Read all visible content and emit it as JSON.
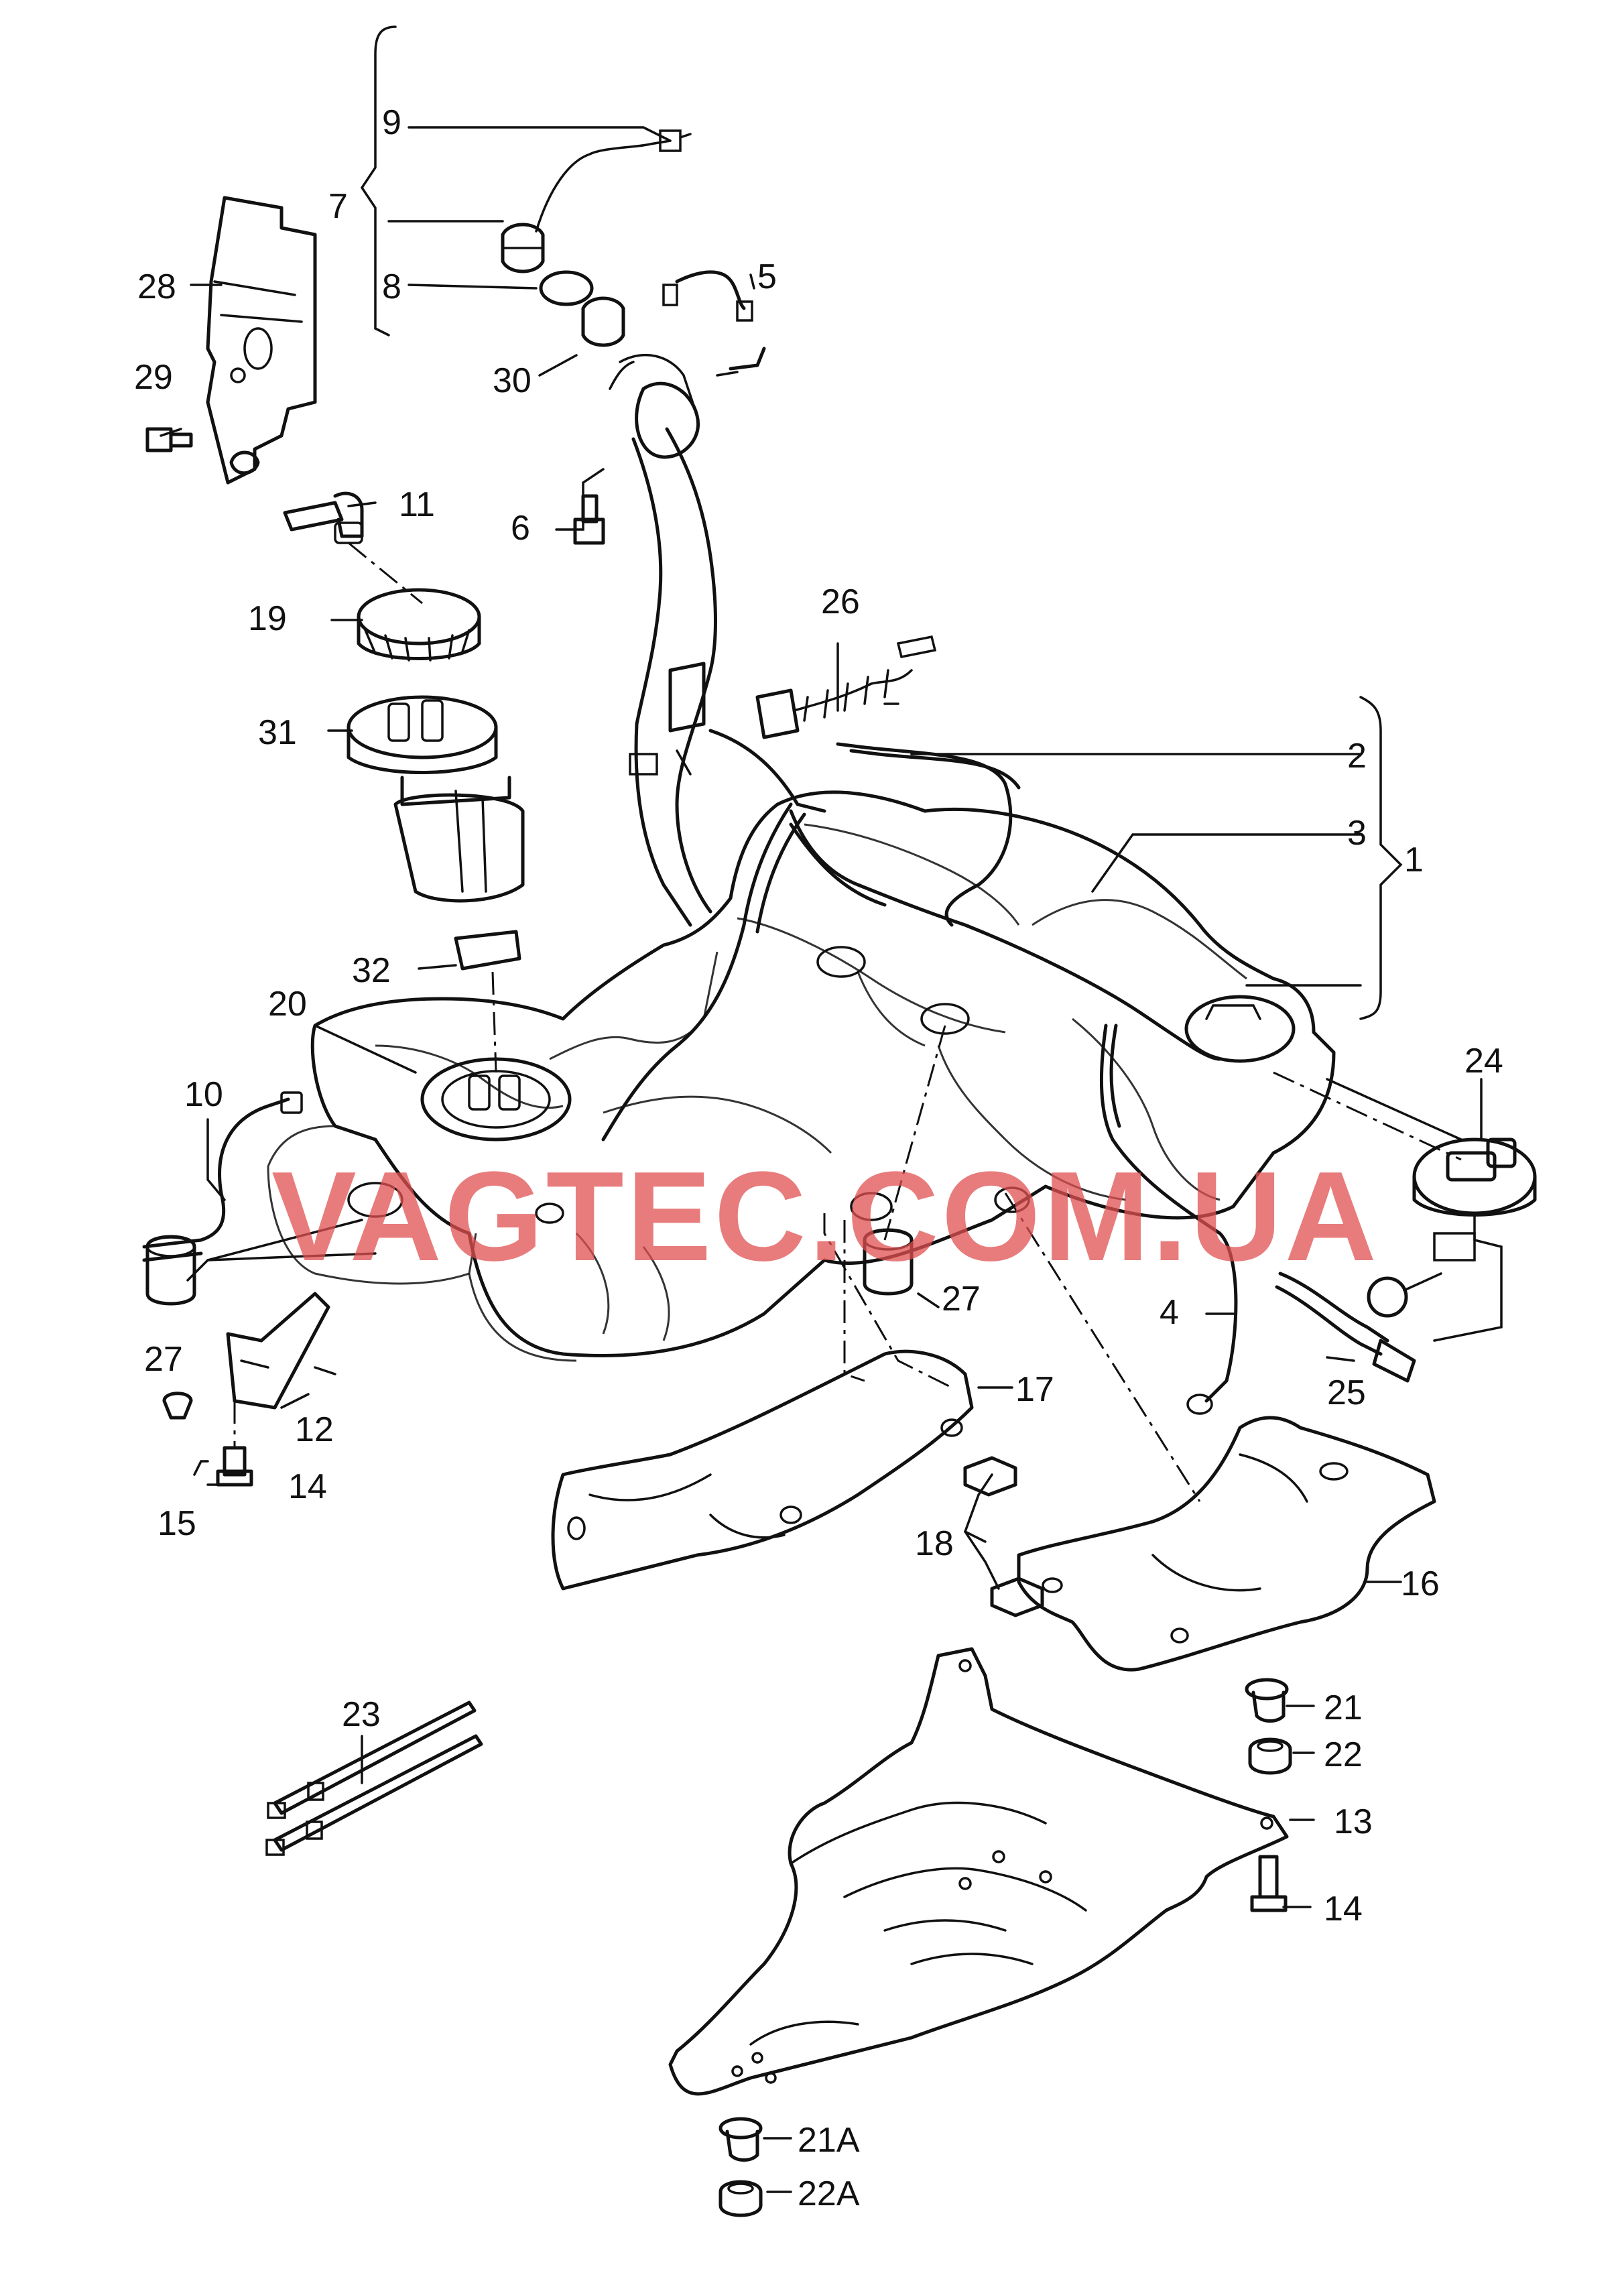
{
  "watermark": "VAGTEC.COM.UA",
  "labels": {
    "l1": "1",
    "l2": "2",
    "l3": "3",
    "l4": "4",
    "l5": "5",
    "l6": "6",
    "l7": "7",
    "l8": "8",
    "l9": "9",
    "l10": "10",
    "l11": "11",
    "l12": "12",
    "l13": "13",
    "l14a": "14",
    "l14b": "14",
    "l15": "15",
    "l16": "16",
    "l17": "17",
    "l18": "18",
    "l19": "19",
    "l20": "20",
    "l21": "21",
    "l21a": "21A",
    "l22": "22",
    "l22a": "22A",
    "l23": "23",
    "l24": "24",
    "l25": "25",
    "l26": "26",
    "l27a": "27",
    "l27b": "27",
    "l28": "28",
    "l29": "29",
    "l30": "30",
    "l31": "31",
    "l32": "32"
  }
}
